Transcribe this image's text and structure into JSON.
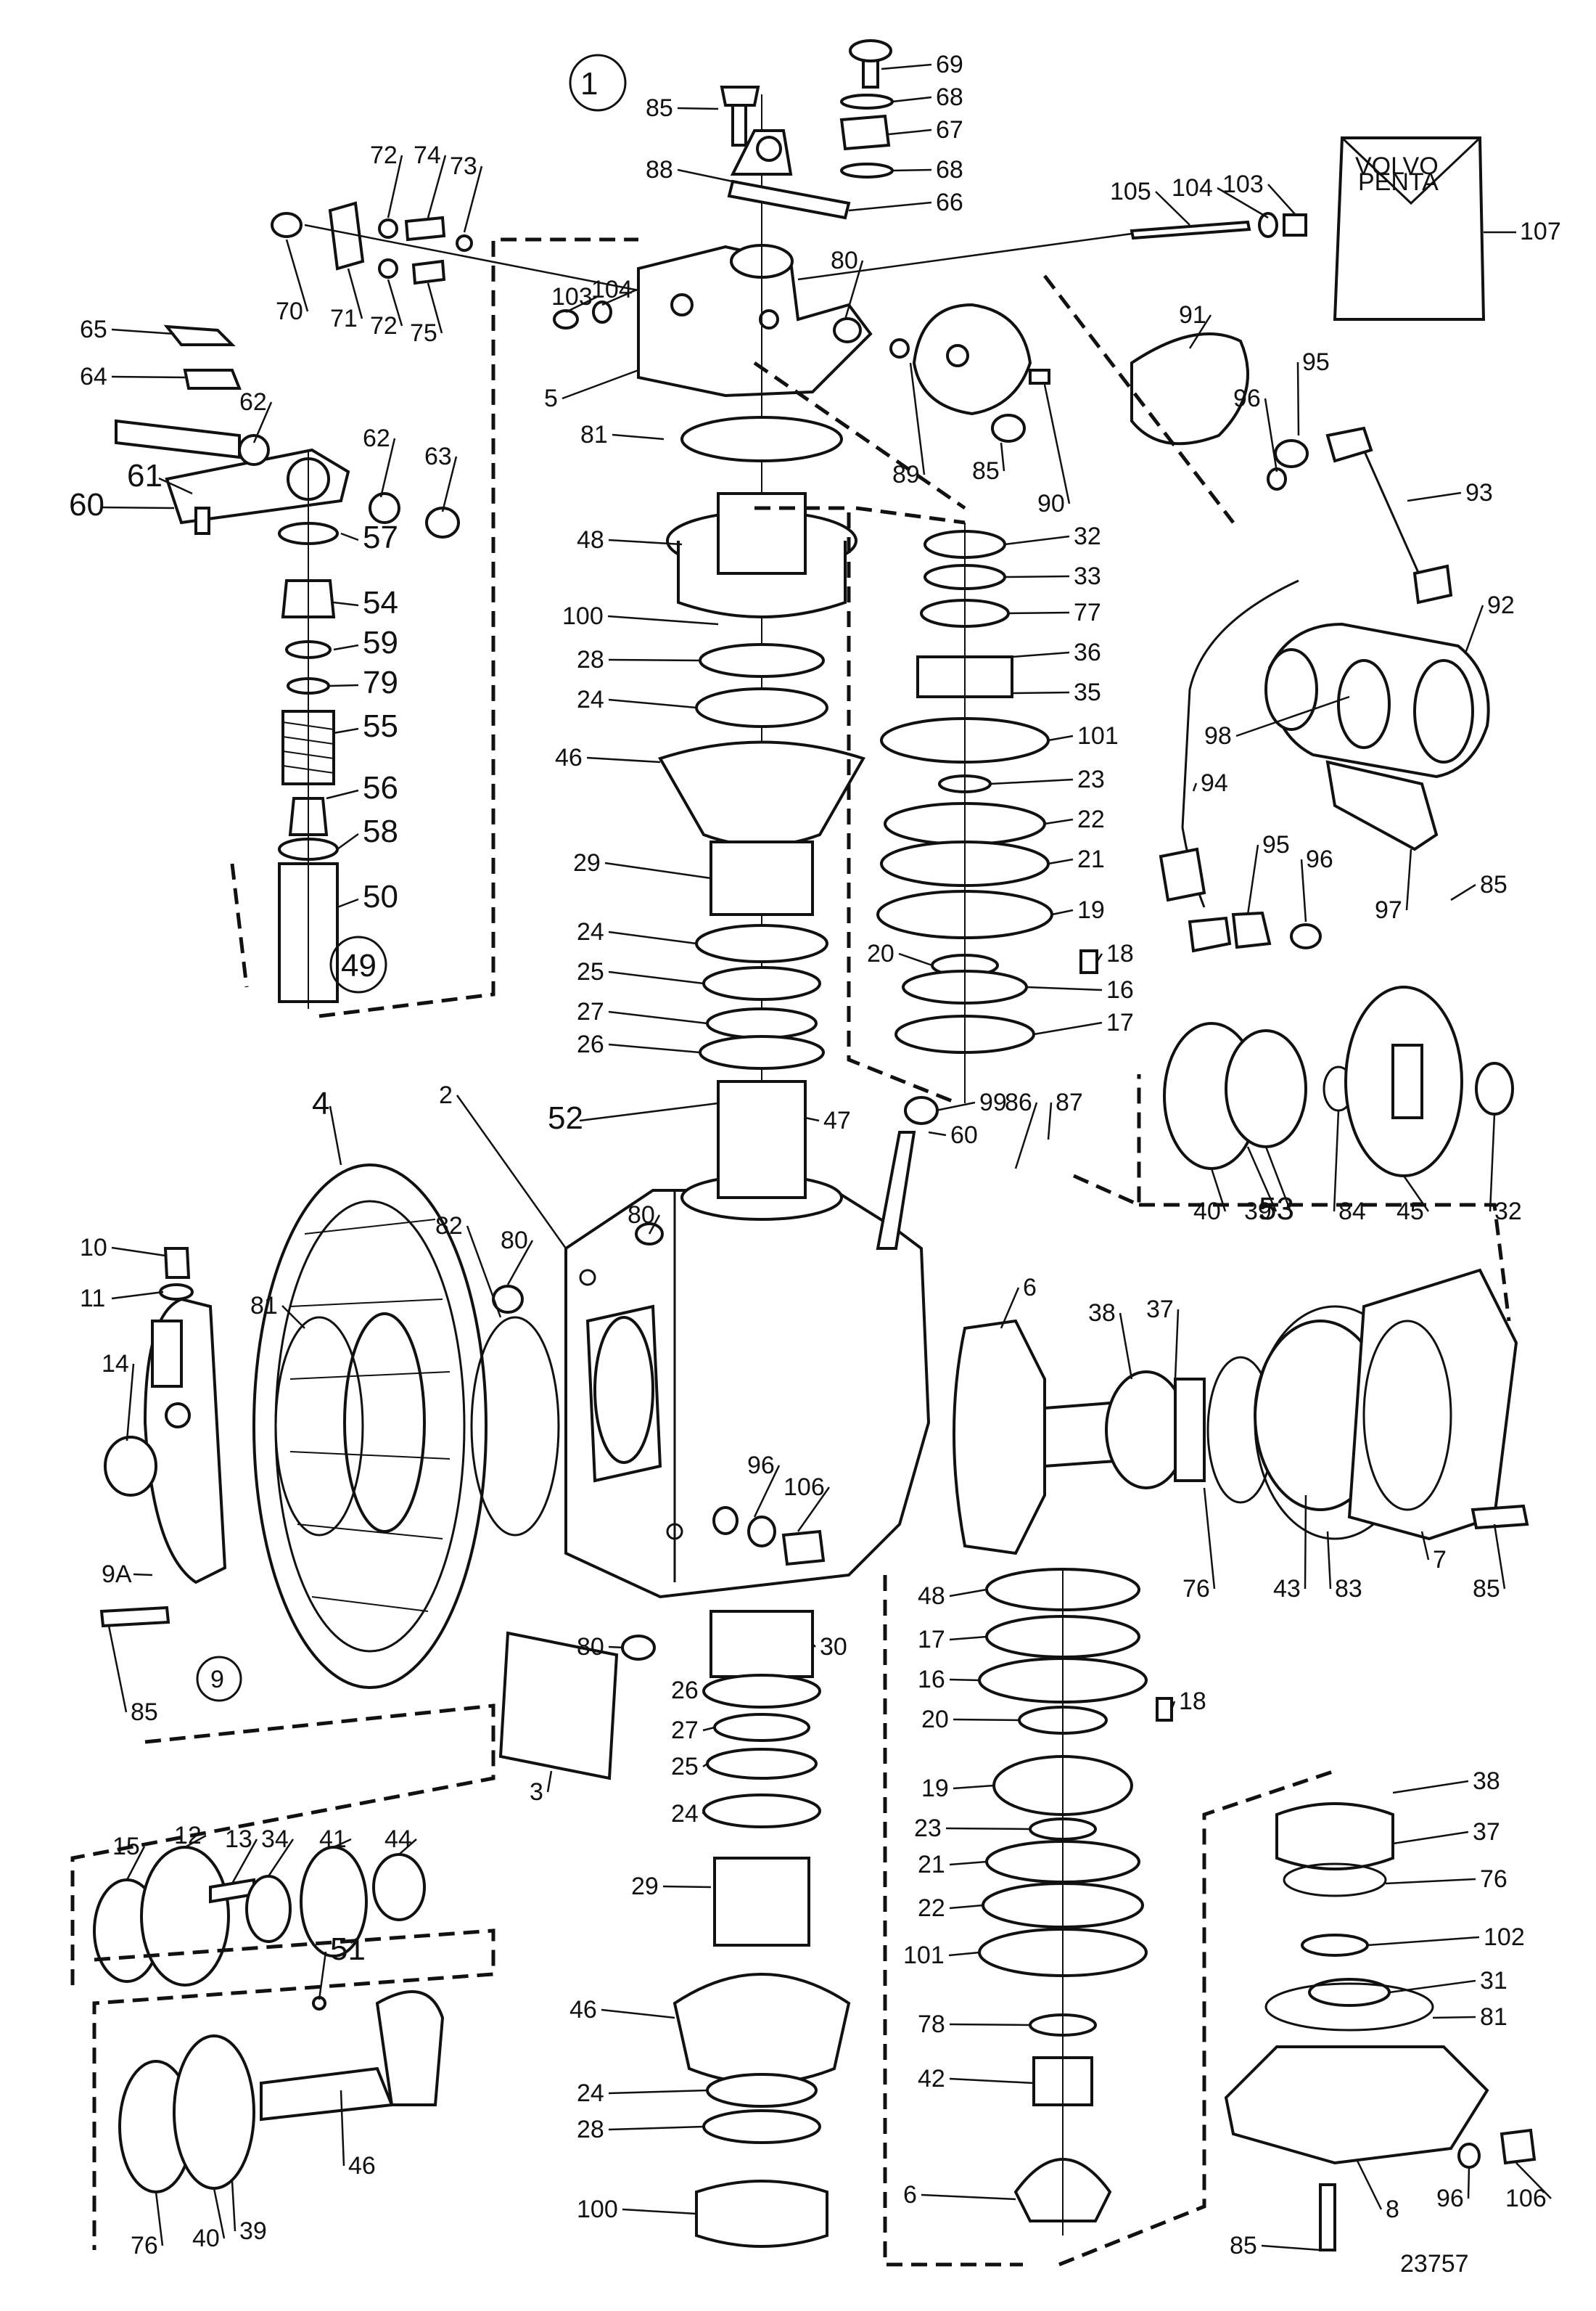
{
  "drawing_number": "23757",
  "logo": {
    "line1": "VOLVO",
    "line2": "PENTA"
  },
  "callouts": [
    {
      "id": "c1",
      "text": "1",
      "circled": true
    },
    {
      "id": "c85a",
      "text": "85"
    },
    {
      "id": "c88",
      "text": "88"
    },
    {
      "id": "c69",
      "text": "69"
    },
    {
      "id": "c68a",
      "text": "68"
    },
    {
      "id": "c67",
      "text": "67"
    },
    {
      "id": "c68b",
      "text": "68"
    },
    {
      "id": "c66",
      "text": "66"
    },
    {
      "id": "c107",
      "text": "107"
    },
    {
      "id": "c105",
      "text": "105"
    },
    {
      "id": "c104a",
      "text": "104"
    },
    {
      "id": "c103a",
      "text": "103"
    },
    {
      "id": "c72a",
      "text": "72"
    },
    {
      "id": "c74",
      "text": "74"
    },
    {
      "id": "c73",
      "text": "73"
    },
    {
      "id": "c70",
      "text": "70"
    },
    {
      "id": "c71",
      "text": "71"
    },
    {
      "id": "c72b",
      "text": "72"
    },
    {
      "id": "c75",
      "text": "75"
    },
    {
      "id": "c103b",
      "text": "103"
    },
    {
      "id": "c104b",
      "text": "104"
    },
    {
      "id": "c80a",
      "text": "80"
    },
    {
      "id": "c5",
      "text": "5"
    },
    {
      "id": "c91",
      "text": "91"
    },
    {
      "id": "c95a",
      "text": "95"
    },
    {
      "id": "c96a",
      "text": "96"
    },
    {
      "id": "c93",
      "text": "93"
    },
    {
      "id": "c89",
      "text": "89"
    },
    {
      "id": "c85b",
      "text": "85"
    },
    {
      "id": "c90",
      "text": "90"
    },
    {
      "id": "c65",
      "text": "65"
    },
    {
      "id": "c64",
      "text": "64"
    },
    {
      "id": "c62a",
      "text": "62"
    },
    {
      "id": "c62b",
      "text": "62"
    },
    {
      "id": "c63",
      "text": "63"
    },
    {
      "id": "c61",
      "text": "61"
    },
    {
      "id": "c60a",
      "text": "60"
    },
    {
      "id": "c57",
      "text": "57"
    },
    {
      "id": "c54",
      "text": "54"
    },
    {
      "id": "c59",
      "text": "59"
    },
    {
      "id": "c79",
      "text": "79"
    },
    {
      "id": "c55",
      "text": "55"
    },
    {
      "id": "c56",
      "text": "56"
    },
    {
      "id": "c58",
      "text": "58"
    },
    {
      "id": "c50",
      "text": "50"
    },
    {
      "id": "c49",
      "text": "49",
      "circled": true
    },
    {
      "id": "c81a",
      "text": "81"
    },
    {
      "id": "c48a",
      "text": "48"
    },
    {
      "id": "c100a",
      "text": "100"
    },
    {
      "id": "c28a",
      "text": "28"
    },
    {
      "id": "c24a",
      "text": "24"
    },
    {
      "id": "c46a",
      "text": "46"
    },
    {
      "id": "c29a",
      "text": "29"
    },
    {
      "id": "c24b",
      "text": "24"
    },
    {
      "id": "c25a",
      "text": "25"
    },
    {
      "id": "c27a",
      "text": "27"
    },
    {
      "id": "c26a",
      "text": "26"
    },
    {
      "id": "c32a",
      "text": "32"
    },
    {
      "id": "c33",
      "text": "33"
    },
    {
      "id": "c77",
      "text": "77"
    },
    {
      "id": "c36",
      "text": "36"
    },
    {
      "id": "c35",
      "text": "35"
    },
    {
      "id": "c101a",
      "text": "101"
    },
    {
      "id": "c23a",
      "text": "23"
    },
    {
      "id": "c22a",
      "text": "22"
    },
    {
      "id": "c21a",
      "text": "21"
    },
    {
      "id": "c19a",
      "text": "19"
    },
    {
      "id": "c20a",
      "text": "20"
    },
    {
      "id": "c18a",
      "text": "18"
    },
    {
      "id": "c16a",
      "text": "16"
    },
    {
      "id": "c17a",
      "text": "17"
    },
    {
      "id": "c92",
      "text": "92"
    },
    {
      "id": "c98",
      "text": "98"
    },
    {
      "id": "c94",
      "text": "94"
    },
    {
      "id": "c95b",
      "text": "95"
    },
    {
      "id": "c96b",
      "text": "96"
    },
    {
      "id": "c97",
      "text": "97"
    },
    {
      "id": "c85c",
      "text": "85"
    },
    {
      "id": "c52",
      "text": "52"
    },
    {
      "id": "c47",
      "text": "47"
    },
    {
      "id": "c99",
      "text": "99"
    },
    {
      "id": "c60b",
      "text": "60"
    },
    {
      "id": "c86",
      "text": "86"
    },
    {
      "id": "c87",
      "text": "87"
    },
    {
      "id": "c40a",
      "text": "40"
    },
    {
      "id": "c39a",
      "text": "39"
    },
    {
      "id": "c53",
      "text": "53"
    },
    {
      "id": "c84",
      "text": "84"
    },
    {
      "id": "c45",
      "text": "45"
    },
    {
      "id": "c32b",
      "text": "32"
    },
    {
      "id": "c2",
      "text": "2"
    },
    {
      "id": "c4",
      "text": "4"
    },
    {
      "id": "c80b",
      "text": "80"
    },
    {
      "id": "c82",
      "text": "82"
    },
    {
      "id": "c80c",
      "text": "80"
    },
    {
      "id": "c10",
      "text": "10"
    },
    {
      "id": "c11",
      "text": "11"
    },
    {
      "id": "c81b",
      "text": "81"
    },
    {
      "id": "c14",
      "text": "14"
    },
    {
      "id": "c9A",
      "text": "9A"
    },
    {
      "id": "c85d",
      "text": "85"
    },
    {
      "id": "c9",
      "text": "9",
      "circled": true
    },
    {
      "id": "c6a",
      "text": "6"
    },
    {
      "id": "c38a",
      "text": "38"
    },
    {
      "id": "c37a",
      "text": "37"
    },
    {
      "id": "c76a",
      "text": "76"
    },
    {
      "id": "c43",
      "text": "43"
    },
    {
      "id": "c83",
      "text": "83"
    },
    {
      "id": "c7",
      "text": "7"
    },
    {
      "id": "c85e",
      "text": "85"
    },
    {
      "id": "c96c",
      "text": "96"
    },
    {
      "id": "c106a",
      "text": "106"
    },
    {
      "id": "c80d",
      "text": "80"
    },
    {
      "id": "c30",
      "text": "30"
    },
    {
      "id": "c3",
      "text": "3"
    },
    {
      "id": "c26b",
      "text": "26"
    },
    {
      "id": "c27b",
      "text": "27"
    },
    {
      "id": "c25b",
      "text": "25"
    },
    {
      "id": "c24c",
      "text": "24"
    },
    {
      "id": "c29b",
      "text": "29"
    },
    {
      "id": "c46b",
      "text": "46"
    },
    {
      "id": "c24d",
      "text": "24"
    },
    {
      "id": "c28b",
      "text": "28"
    },
    {
      "id": "c100b",
      "text": "100"
    },
    {
      "id": "c48b",
      "text": "48"
    },
    {
      "id": "c17b",
      "text": "17"
    },
    {
      "id": "c16b",
      "text": "16"
    },
    {
      "id": "c20b",
      "text": "20"
    },
    {
      "id": "c18b",
      "text": "18"
    },
    {
      "id": "c19b",
      "text": "19"
    },
    {
      "id": "c23b",
      "text": "23"
    },
    {
      "id": "c21b",
      "text": "21"
    },
    {
      "id": "c22b",
      "text": "22"
    },
    {
      "id": "c101b",
      "text": "101"
    },
    {
      "id": "c78",
      "text": "78"
    },
    {
      "id": "c42",
      "text": "42"
    },
    {
      "id": "c6b",
      "text": "6"
    },
    {
      "id": "c38b",
      "text": "38"
    },
    {
      "id": "c37b",
      "text": "37"
    },
    {
      "id": "c76b",
      "text": "76"
    },
    {
      "id": "c102",
      "text": "102"
    },
    {
      "id": "c31",
      "text": "31"
    },
    {
      "id": "c81c",
      "text": "81"
    },
    {
      "id": "c96d",
      "text": "96"
    },
    {
      "id": "c106b",
      "text": "106"
    },
    {
      "id": "c8",
      "text": "8"
    },
    {
      "id": "c85f",
      "text": "85"
    },
    {
      "id": "c15",
      "text": "15"
    },
    {
      "id": "c12",
      "text": "12"
    },
    {
      "id": "c13",
      "text": "13"
    },
    {
      "id": "c34",
      "text": "34"
    },
    {
      "id": "c41",
      "text": "41"
    },
    {
      "id": "c44",
      "text": "44"
    },
    {
      "id": "c51",
      "text": "51"
    },
    {
      "id": "c76c",
      "text": "76"
    },
    {
      "id": "c40b",
      "text": "40"
    },
    {
      "id": "c39b",
      "text": "39"
    },
    {
      "id": "c46c",
      "text": "46"
    }
  ]
}
